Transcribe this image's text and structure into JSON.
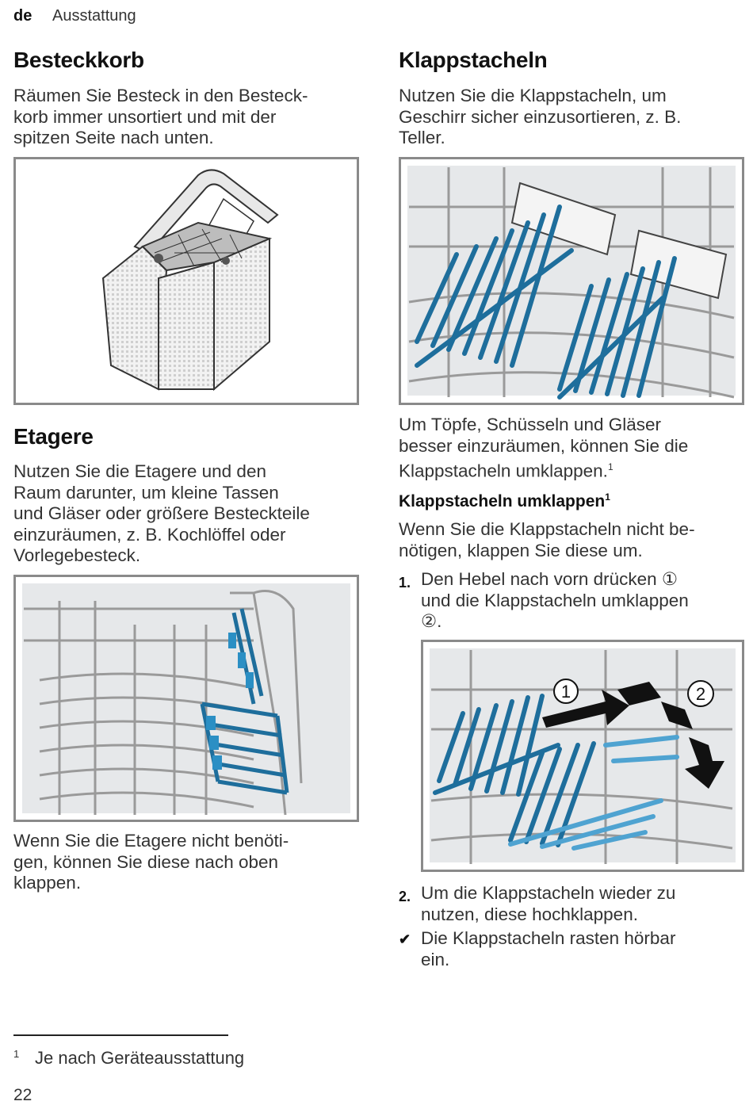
{
  "header": {
    "lang": "de",
    "section": "Ausstattung"
  },
  "besteckkorb": {
    "title": "Besteckkorb",
    "lines": [
      "Räumen Sie Besteck in den Besteck-",
      "korb immer unsortiert und mit der",
      "spitzen Seite nach unten."
    ]
  },
  "etagere": {
    "title": "Etagere",
    "lines": [
      "Nutzen Sie die Etagere und den",
      "Raum darunter, um kleine Tassen",
      "und Gläser oder größere Besteckteile",
      "einzuräumen, z. B. Kochlöffel oder",
      "Vorlegebesteck."
    ],
    "after_lines": [
      "Wenn Sie die Etagere nicht benöti-",
      "gen, können Sie diese nach oben",
      "klappen."
    ]
  },
  "klappstacheln": {
    "title": "Klappstacheln",
    "lines": [
      "Nutzen Sie die Klappstacheln, um",
      "Geschirr sicher einzusortieren, z. B.",
      "Teller."
    ],
    "after_lines": [
      "Um Töpfe, Schüsseln und Gläser",
      "besser einzuräumen, können Sie die",
      "Klappstacheln umklappen."
    ],
    "after_sup": "1",
    "sub_title": "Klappstacheln umklappen",
    "sub_sup": "1",
    "sub_lines": [
      "Wenn Sie die Klappstacheln nicht be-",
      "nötigen, klappen Sie diese um."
    ],
    "steps": [
      {
        "num": "1.",
        "lines": [
          "Den Hebel nach vorn drücken ①",
          "und die Klappstacheln umklappen",
          "②."
        ]
      },
      {
        "num": "2.",
        "lines": [
          "Um die Klappstacheln wieder zu",
          "nutzen, diese hochklappen."
        ]
      }
    ],
    "result": {
      "mark": "✔",
      "lines": [
        "Die Klappstacheln rasten hörbar",
        "ein."
      ]
    },
    "callouts": [
      "1",
      "2"
    ]
  },
  "footnote": {
    "mark": "1",
    "text": "Je nach Geräteausstattung"
  },
  "page_number": "22",
  "colors": {
    "accent_blue": "#1e6e9c",
    "light_blue": "#4fa3d1",
    "rack_grey": "#9a9a9a",
    "bg_grey": "#e6e8ea"
  }
}
